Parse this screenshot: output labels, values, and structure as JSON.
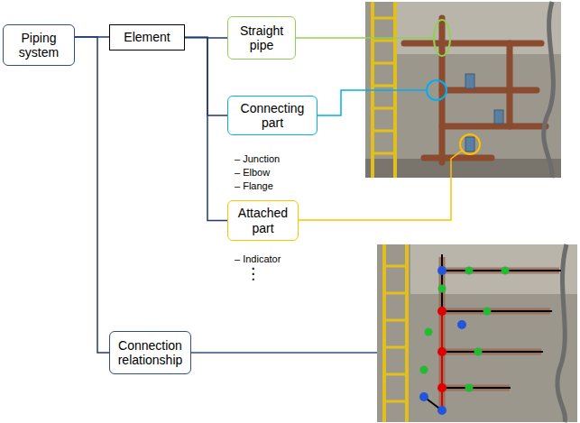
{
  "diagram": {
    "nodes": [
      {
        "text": [
          "Piping system"
        ]
      },
      {
        "text": [
          "Element"
        ]
      },
      {
        "text": [
          "Straight pipe"
        ]
      },
      {
        "text": [
          "Connecting part"
        ]
      },
      {
        "text": [
          "Attached part"
        ]
      },
      {
        "text": [
          "Connection relationship"
        ]
      }
    ],
    "edges": [
      {
        "from": 0,
        "to": 1,
        "arrow": "none"
      },
      {
        "from": 0,
        "to": 5,
        "arrow": "none"
      },
      {
        "from": 1,
        "to": 2,
        "arrow": "none"
      },
      {
        "from": 1,
        "to": 3,
        "arrow": "none"
      },
      {
        "from": 1,
        "to": 4,
        "arrow": "none"
      }
    ],
    "labels": [
      "– Junction",
      "– Elbow",
      "– Flange",
      "– Indicator",
      "⋮"
    ]
  }
}
